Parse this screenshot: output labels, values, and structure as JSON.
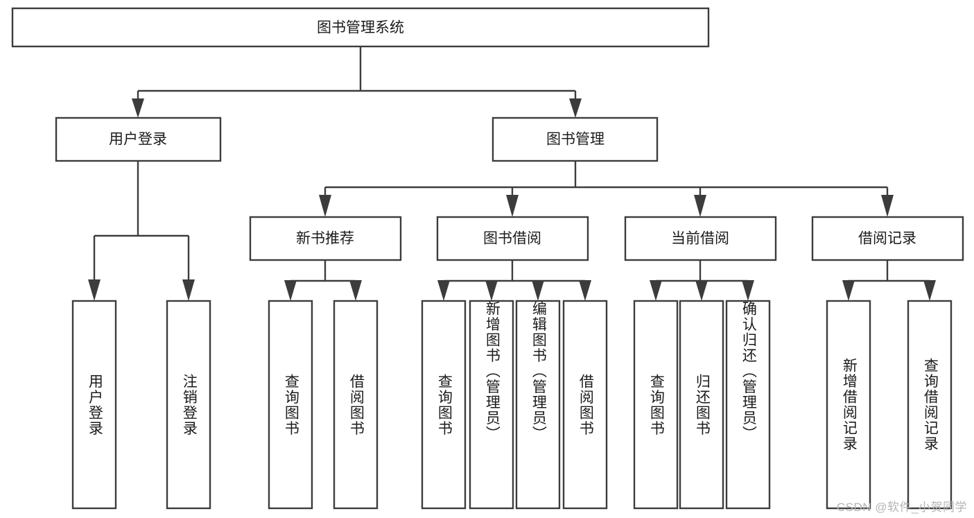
{
  "diagram": {
    "title": "图书管理系统",
    "type": "tree-hierarchy-diagram",
    "colors": {
      "stroke": "#3c3c3c",
      "box_fill": "#ffffff",
      "text": "#1b1b1b",
      "background": "#ffffff",
      "watermark": "#b4b4b4"
    },
    "root": {
      "label": "图书管理系统"
    },
    "level2": [
      {
        "label": "用户登录"
      },
      {
        "label": "图书管理"
      }
    ],
    "level3": [
      {
        "label": "新书推荐"
      },
      {
        "label": "图书借阅"
      },
      {
        "label": "当前借阅"
      },
      {
        "label": "借阅记录"
      }
    ],
    "leaves": {
      "user_login": [
        {
          "label": "用户登录"
        },
        {
          "label": "注销登录"
        }
      ],
      "new_book_recommend": [
        {
          "label": "查询图书"
        },
        {
          "label": "借阅图书"
        }
      ],
      "book_borrow": [
        {
          "label": "查询图书"
        },
        {
          "label": "新增图书（管理员）"
        },
        {
          "label": "编辑图书（管理员）"
        },
        {
          "label": "借阅图书"
        }
      ],
      "current_borrow": [
        {
          "label": "查询图书"
        },
        {
          "label": "归还图书"
        },
        {
          "label": "确认归还（管理员）"
        }
      ],
      "borrow_record": [
        {
          "label": "新增借阅记录"
        },
        {
          "label": "查询借阅记录"
        }
      ]
    }
  },
  "watermark": {
    "text": "CSDN @软件_小贺同学"
  }
}
